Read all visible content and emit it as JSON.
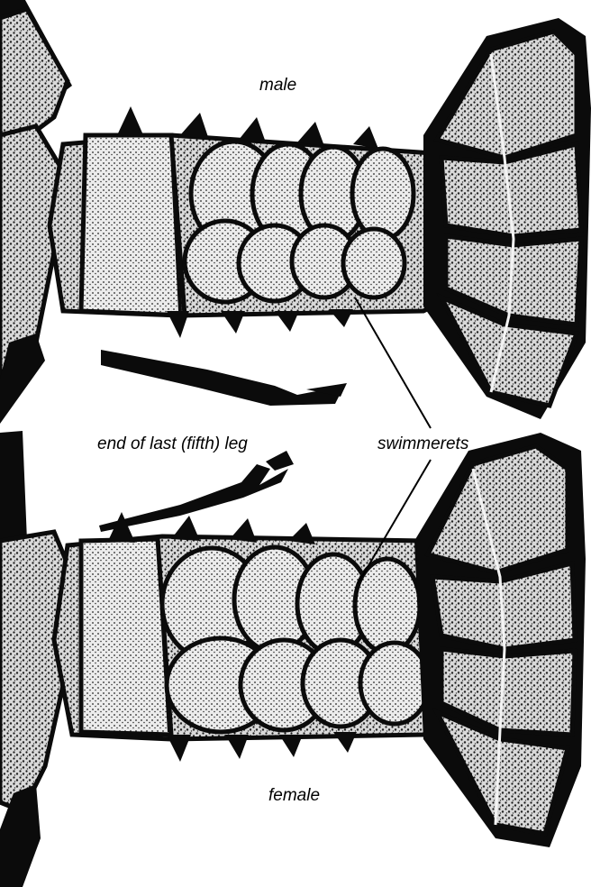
{
  "labels": {
    "male": "male",
    "female": "female",
    "leg": "end of last (fifth) leg",
    "swimmerets": "swimmerets"
  }
}
